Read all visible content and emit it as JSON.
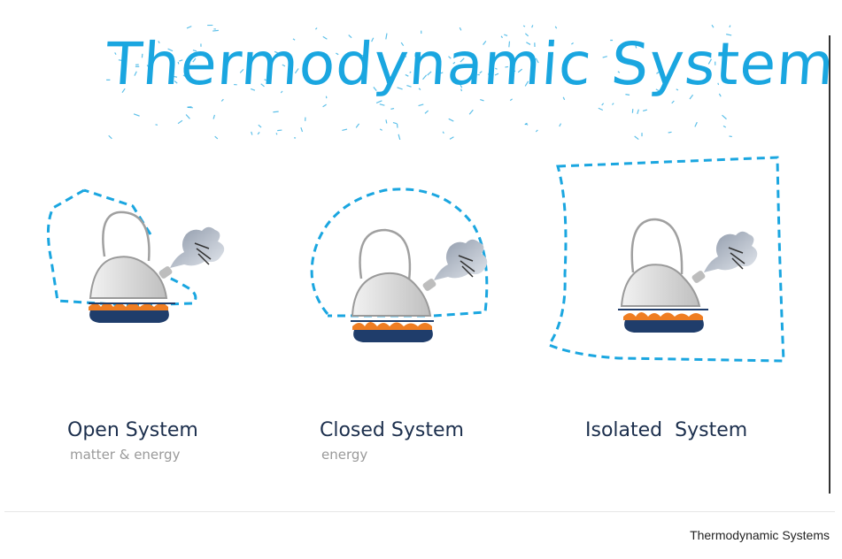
{
  "title": "Thermodynamic System",
  "colors": {
    "title": "#1aa6e0",
    "boundary": "#1aa6e0",
    "label": "#1c2f4d",
    "sublabel": "#9a9a9a",
    "flame": "#ef7d22",
    "stove": "#1f3d6b",
    "kettle": "#d9d9d9"
  },
  "systems": [
    {
      "label": "Open System",
      "sublabel": "matter & energy"
    },
    {
      "label": "Closed System",
      "sublabel": "energy"
    },
    {
      "label": "Isolated  System",
      "sublabel": ""
    }
  ],
  "caption": "Thermodynamic Systems"
}
